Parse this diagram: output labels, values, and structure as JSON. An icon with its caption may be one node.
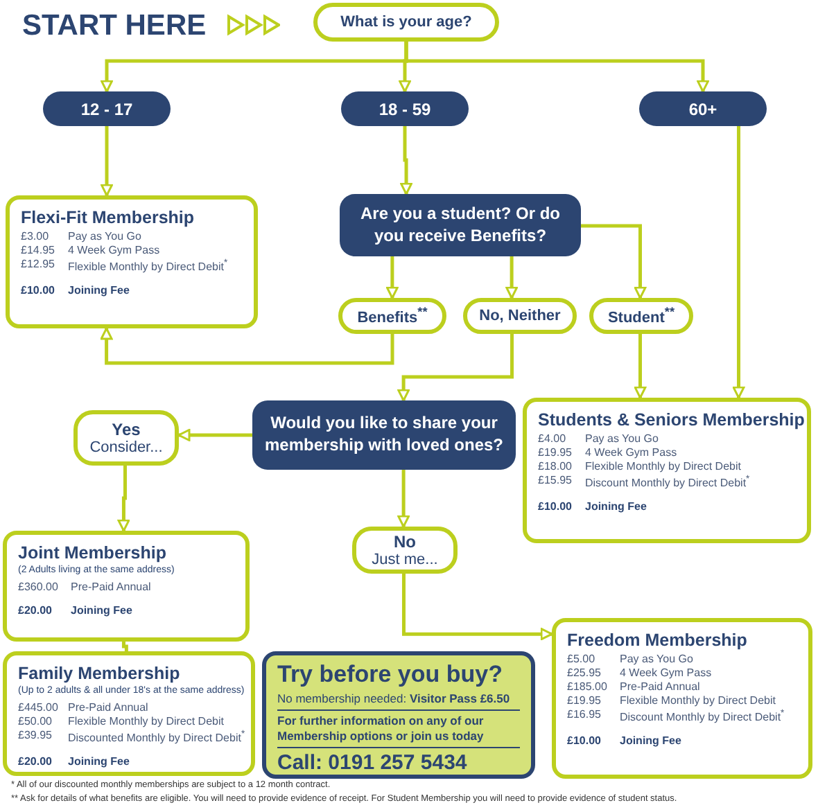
{
  "diagram": {
    "title": "START HERE",
    "nodes": [
      {
        "text": [
          "What is your age?"
        ]
      },
      {
        "text": [
          "12 - 17"
        ]
      },
      {
        "text": [
          "18 - 59"
        ]
      },
      {
        "text": [
          "60+"
        ]
      },
      {
        "text": [
          "Flexi-Fit Membership",
          "£3.00",
          "Pay as You Go",
          "£14.95",
          "4 Week Gym Pass",
          "£12.95",
          "Flexible Monthly by Direct Debit$^{*}$",
          "£10.00",
          "Joining Fee"
        ]
      },
      {
        "text": [
          "Are you a student? Or do you receive Benefits?"
        ]
      },
      {
        "text": [
          "Benefits$^{**}$"
        ]
      },
      {
        "text": [
          "**No,** Neither"
        ]
      },
      {
        "text": [
          "Student$^{**}$"
        ]
      },
      {
        "text": [
          "Would you like to share your membership with loved ones?"
        ]
      },
      {
        "text": [
          "Students & Seniors Membership",
          "£4.00",
          "Pay as You Go",
          "£19.95",
          "4 Week Gym Pass",
          "£18.00",
          "Flexible Monthly by Direct Debit",
          "£15.95",
          "Discount Monthly by Direct Debit$^{*}$",
          "£10.00",
          "Joining Fee"
        ]
      },
      {
        "text": [
          "Yes",
          "Consider..."
        ]
      },
      {
        "text": [
          "Joint Membership",
          "(2 Adults living at the same address)",
          "£360.00",
          "Pre-Paid Annual",
          "£20.00",
          "Joining Fee"
        ]
      },
      {
        "text": [
          "No",
          "Just me..."
        ]
      },
      {
        "text": [
          "Family Membership",
          "(Up to 2 adults & all under 18's at the same address)",
          "£445.00",
          "Pre-Paid Annual",
          "£50.00",
          "Flexible Monthly by Direct Debit",
          "£39.95",
          "Discounted Monthly by Direct Debit$^{*}$",
          "£20.00",
          "Joining Fee"
        ]
      },
      {
        "text": [
          "Try before you buy?",
          "No membership needed: **Visitor Pass £6.50**",
          "For further information on any of our Membership options or join us today",
          "Call: 0191 257 5434"
        ]
      },
      {
        "text": [
          "Freedom Membership",
          "£5.00",
          "Pay as You Go",
          "£25.95",
          "4 Week Gym Pass",
          "£185.00",
          "Pre-Paid Annual",
          "£19.95",
          "Flexible Monthly by Direct Debit",
          "£16.95",
          "Discount Monthly by Direct Debit$^{*}$",
          "£10.00",
          "Joining Fee"
        ]
      }
    ],
    "edges": [
      {
        "from": 0,
        "to": 1,
        "arrow": "to"
      },
      {
        "from": 0,
        "to": 2,
        "arrow": "to"
      },
      {
        "from": 0,
        "to": 3,
        "arrow": "to"
      },
      {
        "from": 1,
        "to": 4,
        "arrow": "to"
      },
      {
        "from": 2,
        "to": 5,
        "arrow": "to"
      },
      {
        "from": 5,
        "to": 6,
        "arrow": "to"
      },
      {
        "from": 5,
        "to": 7,
        "arrow": "to"
      },
      {
        "from": 5,
        "to": 8,
        "arrow": "to"
      },
      {
        "from": 6,
        "to": 4,
        "arrow": "to"
      },
      {
        "from": 7,
        "to": 9,
        "arrow": "to"
      },
      {
        "from": 8,
        "to": 10,
        "arrow": "to"
      },
      {
        "from": 3,
        "to": 10,
        "arrow": "to"
      },
      {
        "from": 9,
        "to": 11,
        "arrow": "to"
      },
      {
        "from": 9,
        "to": 13,
        "arrow": "to"
      },
      {
        "from": 11,
        "to": 12,
        "arrow": "to"
      },
      {
        "from": 12,
        "to": 14,
        "arrow": "none"
      },
      {
        "from": 13,
        "to": 16,
        "arrow": "to"
      }
    ],
    "labels": [
      "* All of our discounted monthly memberships are subject to a 12 month contract.",
      "** Ask for details of what benefits are eligible. You will need to provide evidence of receipt. For Student Membership you will need to provide evidence of student status."
    ]
  }
}
